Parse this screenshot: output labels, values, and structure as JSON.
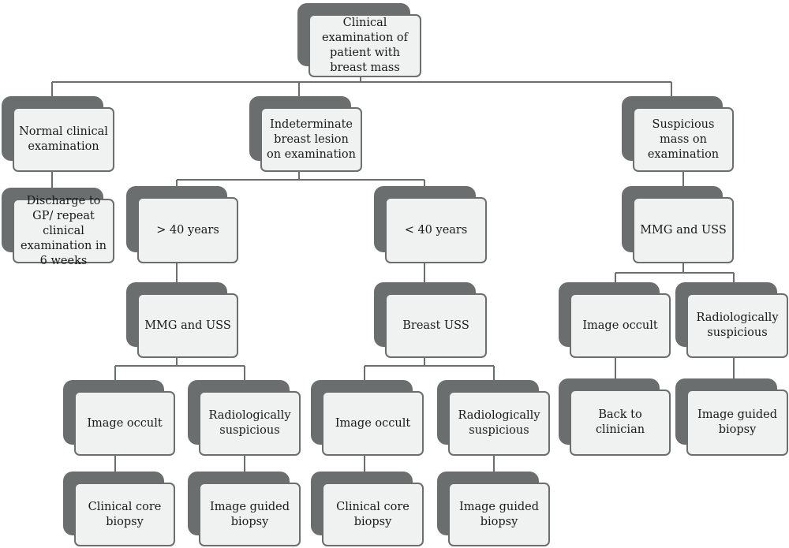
{
  "diagram": {
    "root": "Clinical examination of patient with breast mass",
    "branches": {
      "normal": {
        "finding": "Normal clinical examination",
        "outcome": "Discharge to GP/ repeat clinical examination in 6 weeks"
      },
      "indeterminate": {
        "finding": "Indeterminate breast lesion on examination",
        "over40": {
          "age": "> 40 years",
          "imaging": "MMG and USS",
          "occult": "Image occult",
          "occult_action": "Clinical core biopsy",
          "suspicious": "Radiologically suspicious",
          "suspicious_action": "Image guided biopsy"
        },
        "under40": {
          "age": "< 40 years",
          "imaging": "Breast USS",
          "occult": "Image occult",
          "occult_action": "Clinical core biopsy",
          "suspicious": "Radiologically suspicious",
          "suspicious_action": "Image guided biopsy"
        }
      },
      "suspicious": {
        "finding": "Suspicious mass on examination",
        "imaging": "MMG and USS",
        "occult": "Image occult",
        "occult_action": "Back to clinician",
        "suspicious": "Radiologically suspicious",
        "suspicious_action": "Image guided biopsy"
      }
    }
  },
  "colors": {
    "shadow": "#6b6e6e",
    "box_fill": "#f0f1f1",
    "border": "#6b6e6e",
    "connector": "#6b6e6e"
  }
}
